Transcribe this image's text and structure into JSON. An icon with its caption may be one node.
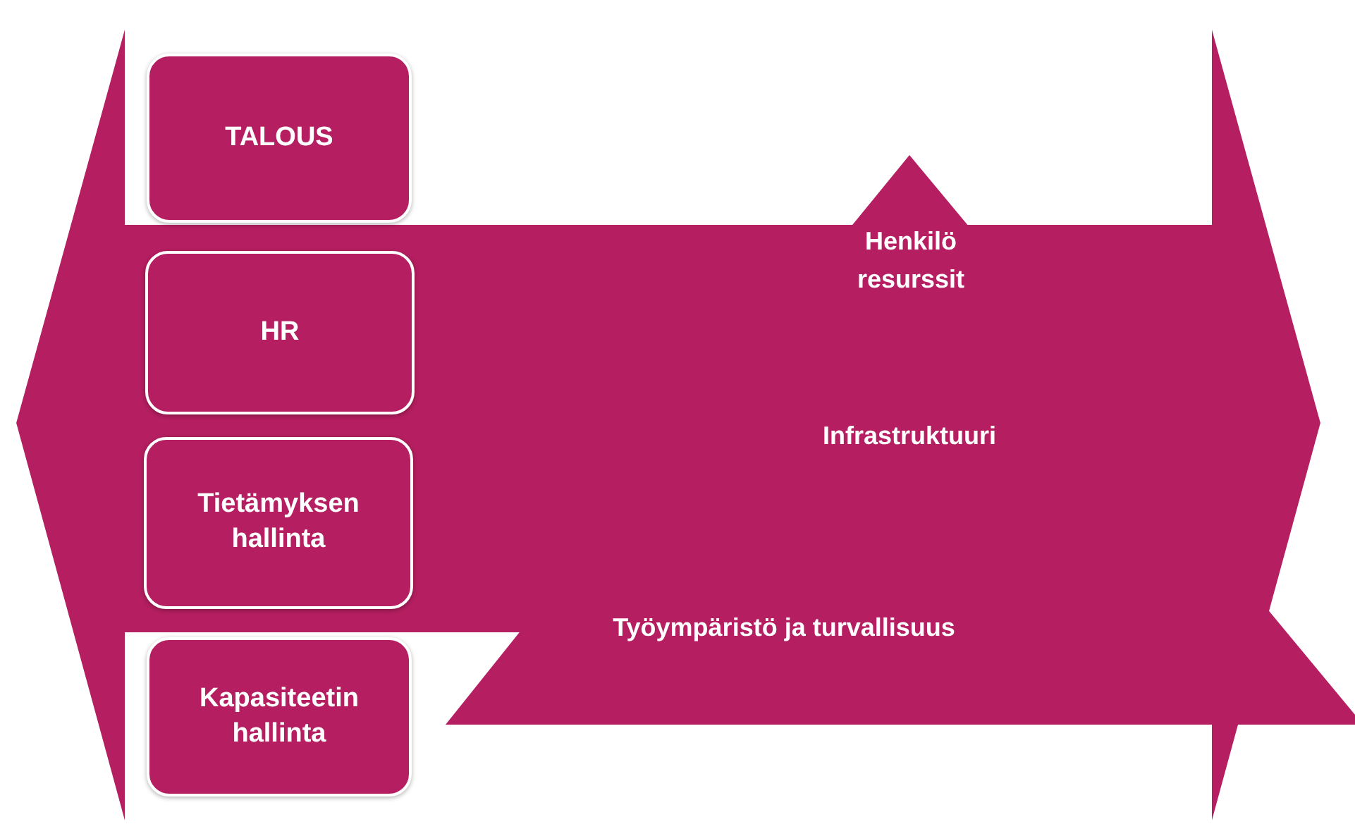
{
  "diagram": {
    "nodes": [
      {
        "text": [
          "TALOUS"
        ]
      },
      {
        "text": [
          "HR"
        ]
      },
      {
        "text": [
          "Tietämyksen hallinta"
        ]
      },
      {
        "text": [
          "Kapasiteetin hallinta"
        ]
      },
      {
        "text": [
          "Henkilö resurssit"
        ]
      },
      {
        "text": [
          "Infrastruktuuri"
        ]
      },
      {
        "text": [
          "Työympäristö ja turvallisuus"
        ]
      }
    ]
  }
}
